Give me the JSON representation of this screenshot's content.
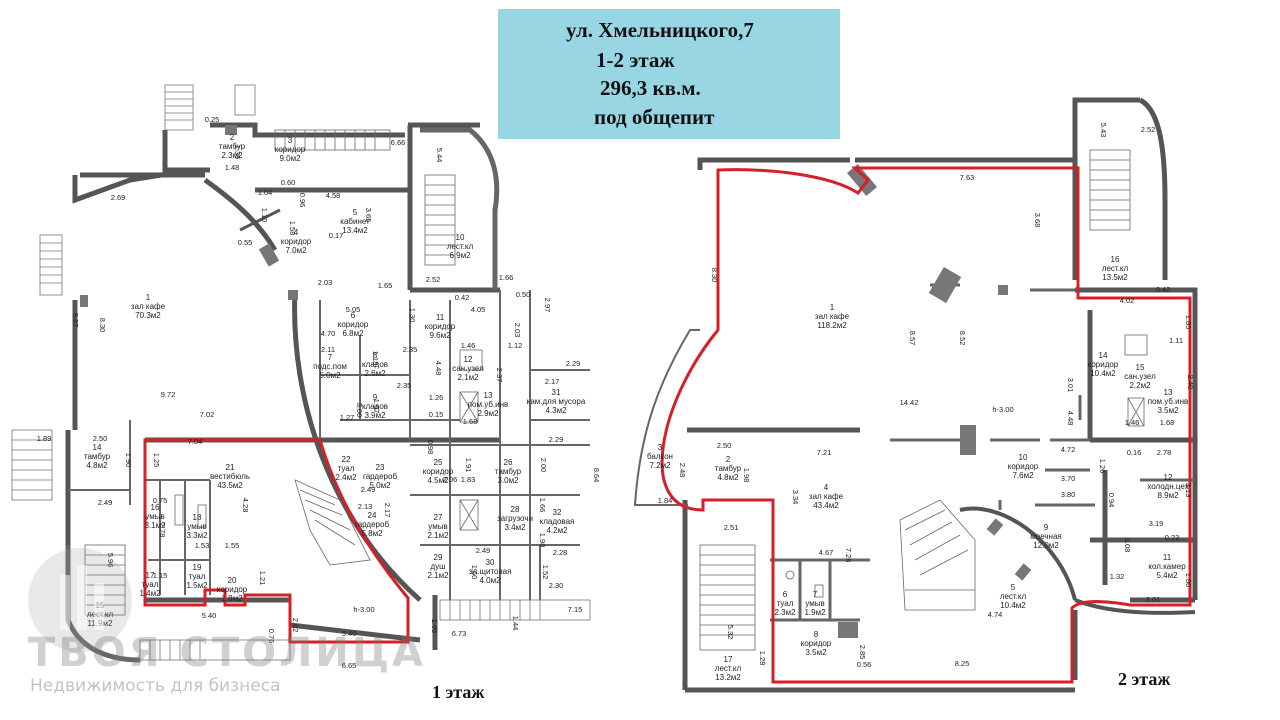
{
  "info": {
    "address": "ул. Хмельницкого,7",
    "floors": "1-2 этаж",
    "area": "296,3 кв.м.",
    "purpose": "под общепит"
  },
  "floor1_label": "1 этаж",
  "floor2_label": "2 этаж",
  "watermark": {
    "title": "ТВОЯ СТОЛИЦА",
    "subtitle": "Недвижимость для бизнеса"
  },
  "colors": {
    "highlight": "#d61f26",
    "info_bg": "#99d6e3",
    "wall": "#5a5a5a"
  },
  "floor1_rooms": [
    {
      "name": "зал кафе",
      "no": "1",
      "area": "70.3м2"
    },
    {
      "name": "тамбур",
      "no": "2",
      "area": "2.3м2"
    },
    {
      "name": "коридор",
      "no": "3",
      "area": "9.0м2"
    },
    {
      "name": "коридор",
      "no": "4",
      "area": "7.0м2"
    },
    {
      "name": "кабинет",
      "no": "5",
      "area": "13.4м2"
    },
    {
      "name": "коридор",
      "no": "6",
      "area": "6.8м2"
    },
    {
      "name": "подс.пом",
      "no": "7",
      "area": "5.0м2"
    },
    {
      "name": "кладов",
      "no": "8",
      "area": "2.6м2"
    },
    {
      "name": "кладов",
      "no": "9",
      "area": "3.9м2"
    },
    {
      "name": "лест.кл",
      "no": "10",
      "area": "6.9м2"
    },
    {
      "name": "коридор",
      "no": "11",
      "area": "9.6м2"
    },
    {
      "name": "сан.узел",
      "no": "12",
      "area": "2.1м2"
    },
    {
      "name": "пом.уб.инв",
      "no": "13",
      "area": "2.9м2"
    },
    {
      "name": "тамбур",
      "no": "14",
      "area": "4.8м2"
    },
    {
      "name": "лест.кл",
      "no": "15",
      "area": "11.9м2"
    },
    {
      "name": "умыв",
      "no": "16",
      "area": "3.1м2"
    },
    {
      "name": "туал",
      "no": "17",
      "area": "1.4м2"
    },
    {
      "name": "умыв",
      "no": "18",
      "area": "3.3м2"
    },
    {
      "name": "туал",
      "no": "19",
      "area": "1.5м2"
    },
    {
      "name": "коридор",
      "no": "20",
      "area": "1.8м2"
    },
    {
      "name": "вестибюль",
      "no": "21",
      "area": "43.5м2"
    },
    {
      "name": "туал",
      "no": "22",
      "area": "2.4м2"
    },
    {
      "name": "гардероб",
      "no": "23",
      "area": "5.0м2"
    },
    {
      "name": "гардероб",
      "no": "24",
      "area": "5.8м2"
    },
    {
      "name": "коридор",
      "no": "25",
      "area": "4.5м2"
    },
    {
      "name": "тамбур",
      "no": "26",
      "area": "3.0м2"
    },
    {
      "name": "умыв",
      "no": "27",
      "area": "2.1м2"
    },
    {
      "name": "загрузочн",
      "no": "28",
      "area": "3.4м2"
    },
    {
      "name": "душ",
      "no": "29",
      "area": "2.1м2"
    },
    {
      "name": "эл.щитовая",
      "no": "30",
      "area": "4.0м2"
    },
    {
      "name": "кам.для мусора",
      "no": "31",
      "area": "4.3м2"
    },
    {
      "name": "кладовая",
      "no": "32",
      "area": "4.2м2"
    }
  ],
  "floor1_dims": [
    "0.25",
    "1.35",
    "1.48",
    "6.66",
    "5.44",
    "2.69",
    "8.87",
    "8.30",
    "9.72",
    "7.02",
    "1.89",
    "2.50",
    "1.90",
    "2.49",
    "5.96",
    "1.04",
    "0.60",
    "0.96",
    "4.58",
    "3.65",
    "1.10",
    "1.58",
    "0.55",
    "0.17",
    "2.03",
    "1.65",
    "5.05",
    "1.30",
    "4.05",
    "2.52",
    "0.42",
    "1.66",
    "0.50",
    "2.97",
    "2.03",
    "4.70",
    "2.11",
    "1.18",
    "2.35",
    "4.48",
    "1.46",
    "1.12",
    "2.37",
    "2.29",
    "2.17",
    "3.00",
    "1.67",
    "2.35",
    "1.26",
    "0.15",
    "1.68",
    "1.27",
    "7.04",
    "1.25",
    "0.98",
    "1.91",
    "2.06",
    "1.83",
    "2.29",
    "2.00",
    "8.64",
    "4.28",
    "2.49",
    "2.17",
    "2.13",
    "0.75",
    "1.66",
    "1.98",
    "2.78",
    "1.53",
    "1.55",
    "1.21",
    "1.15",
    "2.49",
    "1.60",
    "1.52",
    "2.28",
    "2.30",
    "7.15",
    "5.40",
    "0.76",
    "2.62",
    "5.46",
    "1.95",
    "6.73",
    "1.44",
    "6.65",
    "h-3.00"
  ],
  "floor2_rooms": [
    {
      "name": "зал кафе",
      "no": "1",
      "area": "118.2м2"
    },
    {
      "name": "тамбур",
      "no": "2",
      "area": "4.8м2"
    },
    {
      "name": "балкон",
      "no": "3",
      "area": "7.2м2"
    },
    {
      "name": "зал кафе",
      "no": "4",
      "area": "43.4м2"
    },
    {
      "name": "лест.кл",
      "no": "5",
      "area": "10.4м2"
    },
    {
      "name": "туал",
      "no": "6",
      "area": "2.3м2"
    },
    {
      "name": "умыв",
      "no": "7",
      "area": "1.9м2"
    },
    {
      "name": "коридор",
      "no": "8",
      "area": "3.5м2"
    },
    {
      "name": "моечная",
      "no": "9",
      "area": "12.0м2"
    },
    {
      "name": "коридор",
      "no": "10",
      "area": "7.6м2"
    },
    {
      "name": "кол.камер",
      "no": "11",
      "area": "5.4м2"
    },
    {
      "name": "холодн.цех",
      "no": "12",
      "area": "8.9м2"
    },
    {
      "name": "пом.уб.инв",
      "no": "13",
      "area": "3.5м2"
    },
    {
      "name": "коридор",
      "no": "14",
      "area": "10.4м2"
    },
    {
      "name": "сан.узел",
      "no": "15",
      "area": "2.2м2"
    },
    {
      "name": "лест.кл",
      "no": "16",
      "area": "13.5м2"
    },
    {
      "name": "лест.кл",
      "no": "17",
      "area": "13.2м2"
    }
  ],
  "floor2_dims": [
    "5.43",
    "2.52",
    "7.63",
    "3.68",
    "8.30",
    "4.02",
    "0.42",
    "1.85",
    "8.57",
    "8.52",
    "3.01",
    "14.42",
    "1.11",
    "2.40",
    "4.48",
    "4.72",
    "1.46",
    "1.68",
    "7.21",
    "2.50",
    "1.98",
    "3.34",
    "2.48",
    "1.84",
    "2.51",
    "4.67",
    "7.28",
    "0.16",
    "2.78",
    "3.70",
    "3.80",
    "1.26",
    "0.94",
    "3.13",
    "3.08",
    "3.19",
    "0.23",
    "1.32",
    "1.80",
    "3.01",
    "2.85",
    "0.56",
    "8.25",
    "1.28",
    "5.32",
    "4.74",
    "h-3.00"
  ]
}
